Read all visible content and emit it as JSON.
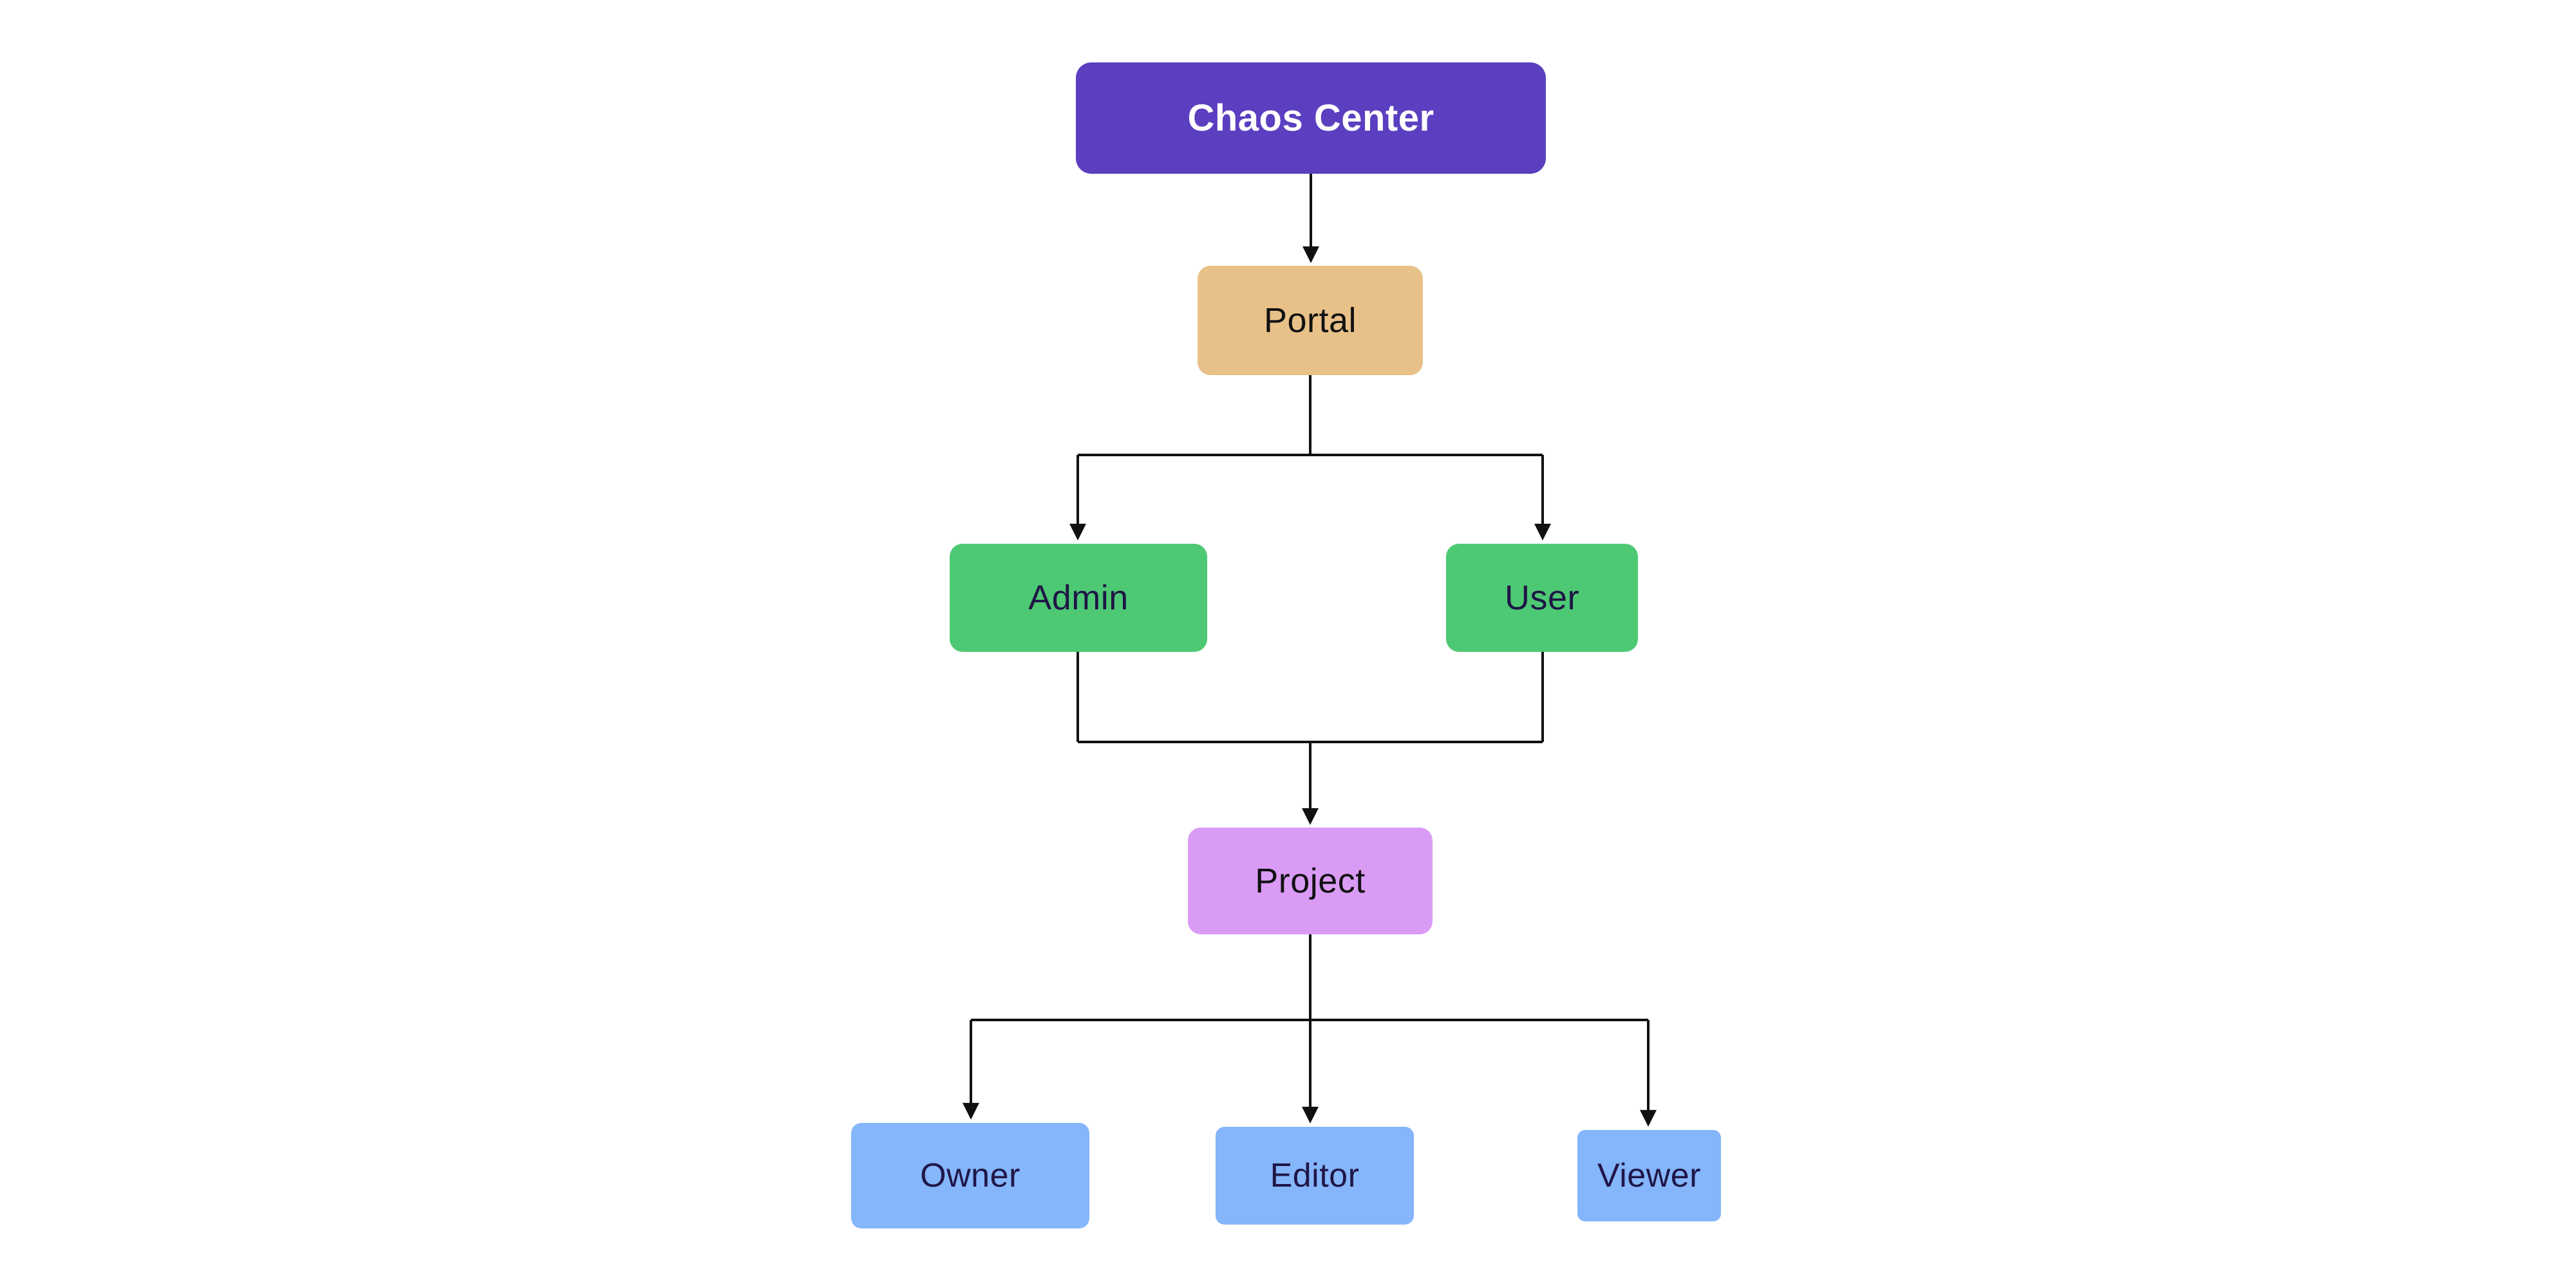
{
  "diagram": {
    "colors": {
      "background": "#FFFFFF",
      "edge": "#111111",
      "root_purple": "#5B3FC0",
      "portal_tan": "#E8C189",
      "role_green": "#4DC973",
      "project_violet": "#DA9BF5",
      "member_blue": "#85B5FA",
      "light_text": "#FFFFFF",
      "dark_text": "#111111",
      "navy_text": "#1F1647"
    },
    "nodes": [
      {
        "id": "chaos-center",
        "label": "Chaos Center",
        "fill": "#5B3FC0",
        "text_color": "#FFFFFF"
      },
      {
        "id": "portal",
        "label": "Portal",
        "fill": "#E8C189",
        "text_color": "#111111"
      },
      {
        "id": "admin",
        "label": "Admin",
        "fill": "#4DC973",
        "text_color": "#1F1647"
      },
      {
        "id": "user",
        "label": "User",
        "fill": "#4DC973",
        "text_color": "#1F1647"
      },
      {
        "id": "project",
        "label": "Project",
        "fill": "#DA9BF5",
        "text_color": "#111111"
      },
      {
        "id": "owner",
        "label": "Owner",
        "fill": "#85B5FA",
        "text_color": "#1F1647"
      },
      {
        "id": "editor",
        "label": "Editor",
        "fill": "#85B5FA",
        "text_color": "#1F1647"
      },
      {
        "id": "viewer",
        "label": "Viewer",
        "fill": "#85B5FA",
        "text_color": "#1F1647"
      }
    ],
    "edges": [
      {
        "from": "chaos-center",
        "to": "portal"
      },
      {
        "from": "portal",
        "to": "admin"
      },
      {
        "from": "portal",
        "to": "user"
      },
      {
        "from": "admin",
        "to": "project"
      },
      {
        "from": "user",
        "to": "project"
      },
      {
        "from": "project",
        "to": "owner"
      },
      {
        "from": "project",
        "to": "editor"
      },
      {
        "from": "project",
        "to": "viewer"
      }
    ]
  }
}
